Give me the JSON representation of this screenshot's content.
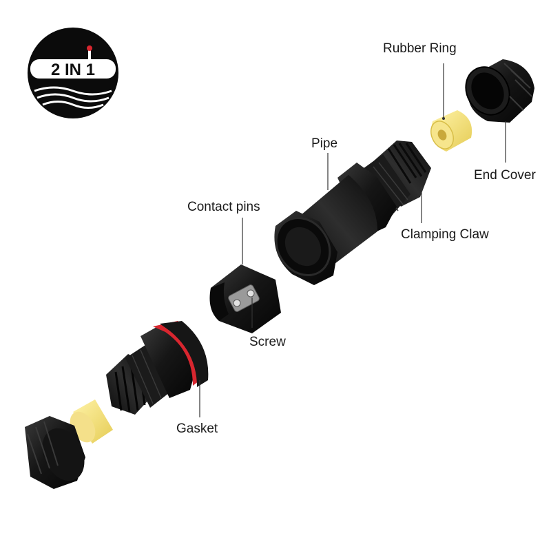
{
  "logo": {
    "text": "2 IN 1"
  },
  "labels": {
    "rubber_ring": "Rubber Ring",
    "end_cover": "End Cover",
    "pipe": "Pipe",
    "clamping_claw": "Clamping Claw",
    "contact_pins": "Contact pins",
    "screw": "Screw",
    "gasket": "Gasket"
  },
  "colors": {
    "body": "#141414",
    "ring": "#f2e07a",
    "gasket": "#d8262f",
    "leader": "#333333"
  }
}
